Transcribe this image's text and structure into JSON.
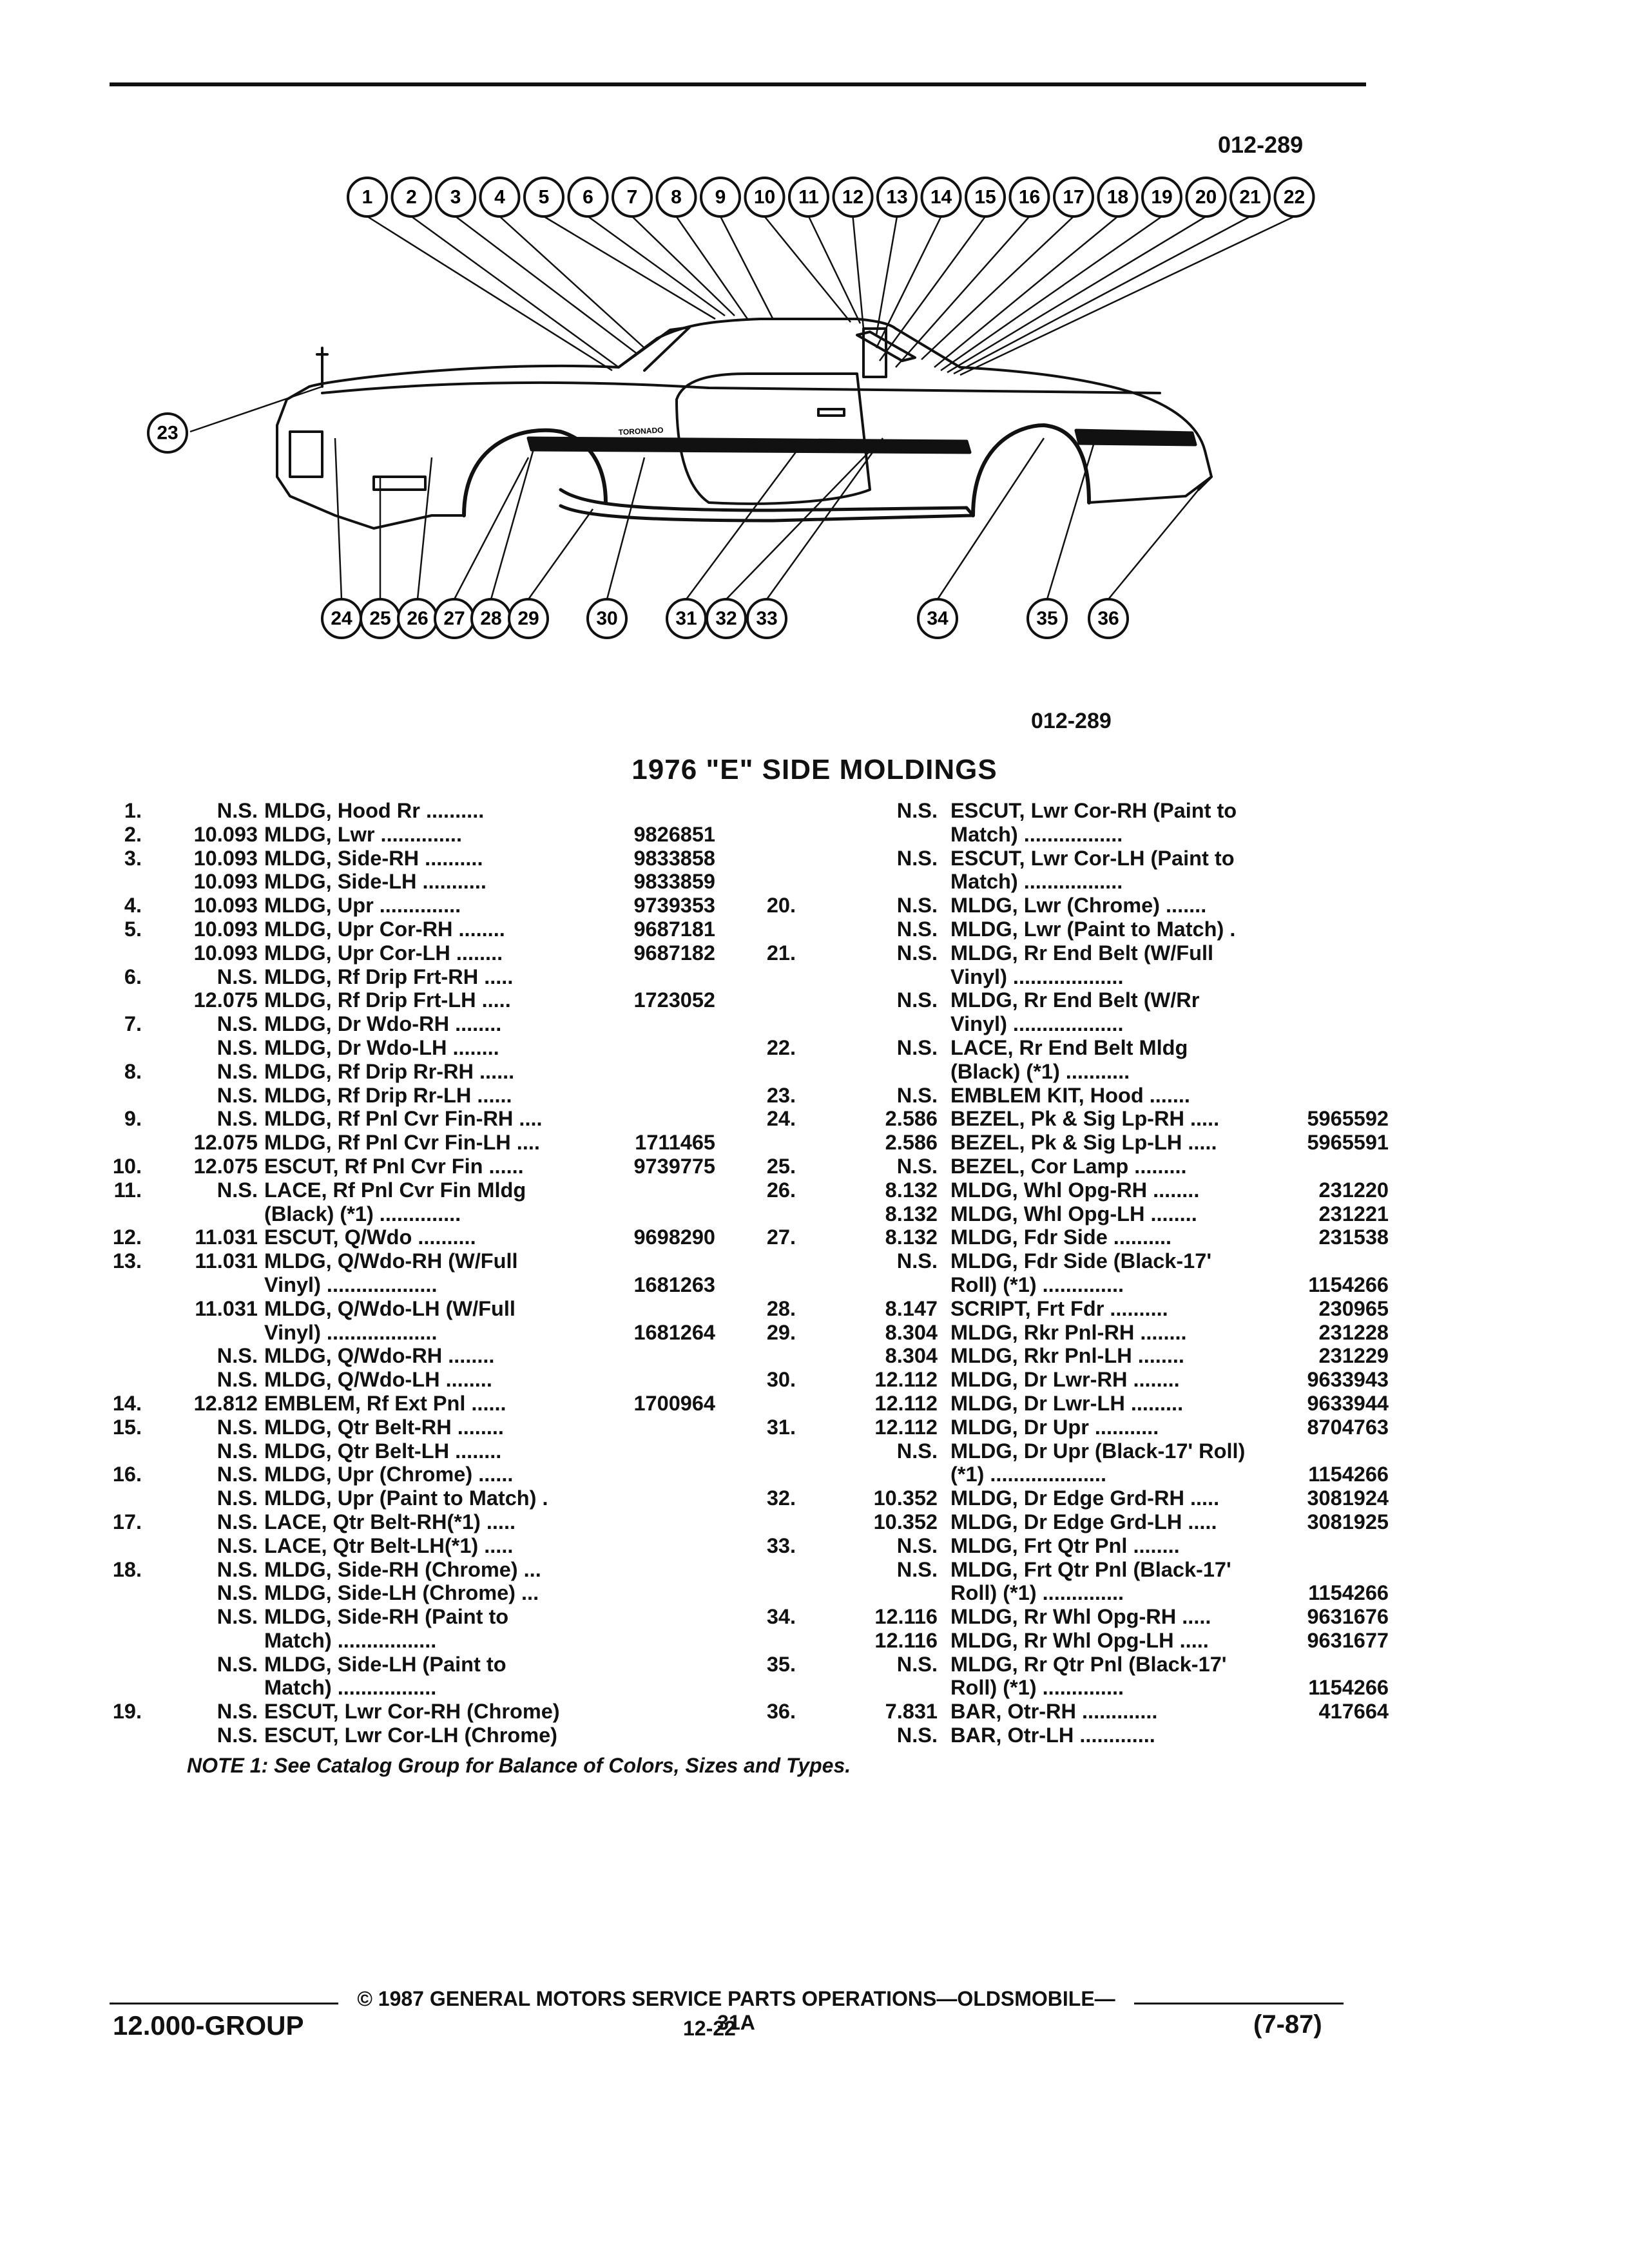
{
  "ref_top": "012-289",
  "ref_bottom": "012-289",
  "title": "1976 \"E\" SIDE MOLDINGS",
  "callouts_top": [
    "1",
    "2",
    "3",
    "4",
    "5",
    "6",
    "7",
    "8",
    "9",
    "10",
    "11",
    "12",
    "13",
    "14",
    "15",
    "16",
    "17",
    "18",
    "19",
    "20",
    "21",
    "22"
  ],
  "callouts_bottom": [
    "24",
    "25",
    "26",
    "27",
    "28",
    "29",
    "30",
    "31",
    "32",
    "33",
    "34",
    "35",
    "36"
  ],
  "callout_left": "23",
  "car_script": "TORONADO",
  "left_rows": [
    {
      "num": "1.",
      "grp": "N.S.",
      "kw": "MLDG,",
      "rest": "Hood Rr ..........",
      "pn": ""
    },
    {
      "num": "2.",
      "grp": "10.093",
      "kw": "MLDG,",
      "rest": "Lwr ..............",
      "pn": "9826851"
    },
    {
      "num": "3.",
      "grp": "10.093",
      "kw": "MLDG,",
      "rest": "Side-RH ..........",
      "pn": "9833858"
    },
    {
      "num": "",
      "grp": "10.093",
      "kw": "MLDG,",
      "rest": "Side-LH ...........",
      "pn": "9833859"
    },
    {
      "num": "4.",
      "grp": "10.093",
      "kw": "MLDG,",
      "rest": "Upr ..............",
      "pn": "9739353"
    },
    {
      "num": "5.",
      "grp": "10.093",
      "kw": "MLDG,",
      "rest": "Upr Cor-RH ........",
      "pn": "9687181"
    },
    {
      "num": "",
      "grp": "10.093",
      "kw": "MLDG,",
      "rest": "Upr Cor-LH ........",
      "pn": "9687182"
    },
    {
      "num": "6.",
      "grp": "N.S.",
      "kw": "MLDG,",
      "rest": "Rf Drip Frt-RH .....",
      "pn": ""
    },
    {
      "num": "",
      "grp": "12.075",
      "kw": "MLDG,",
      "rest": "Rf Drip Frt-LH .....",
      "pn": "1723052"
    },
    {
      "num": "7.",
      "grp": "N.S.",
      "kw": "MLDG,",
      "rest": "Dr Wdo-RH ........",
      "pn": ""
    },
    {
      "num": "",
      "grp": "N.S.",
      "kw": "MLDG,",
      "rest": "Dr Wdo-LH ........",
      "pn": ""
    },
    {
      "num": "8.",
      "grp": "N.S.",
      "kw": "MLDG,",
      "rest": "Rf Drip Rr-RH ......",
      "pn": ""
    },
    {
      "num": "",
      "grp": "N.S.",
      "kw": "MLDG,",
      "rest": "Rf Drip Rr-LH ......",
      "pn": ""
    },
    {
      "num": "9.",
      "grp": "N.S.",
      "kw": "MLDG,",
      "rest": "Rf Pnl Cvr Fin-RH ....",
      "pn": ""
    },
    {
      "num": "",
      "grp": "12.075",
      "kw": "MLDG,",
      "rest": "Rf Pnl Cvr Fin-LH ....",
      "pn": "1711465"
    },
    {
      "num": "10.",
      "grp": "12.075",
      "kw": "ESCUT,",
      "rest": "Rf Pnl Cvr Fin ......",
      "pn": "9739775"
    },
    {
      "num": "11.",
      "grp": "N.S.",
      "kw": "LACE,",
      "rest": "Rf Pnl Cvr Fin Mldg",
      "pn": ""
    },
    {
      "num": "",
      "grp": "",
      "kw": "",
      "rest": "(Black) (*1) ..............",
      "pn": ""
    },
    {
      "num": "12.",
      "grp": "11.031",
      "kw": "ESCUT,",
      "rest": "Q/Wdo ..........",
      "pn": "9698290"
    },
    {
      "num": "13.",
      "grp": "11.031",
      "kw": "MLDG,",
      "rest": "Q/Wdo-RH (W/Full",
      "pn": ""
    },
    {
      "num": "",
      "grp": "",
      "kw": "",
      "rest": "Vinyl) ...................",
      "pn": "1681263"
    },
    {
      "num": "",
      "grp": "11.031",
      "kw": "MLDG,",
      "rest": "Q/Wdo-LH (W/Full",
      "pn": ""
    },
    {
      "num": "",
      "grp": "",
      "kw": "",
      "rest": "Vinyl) ...................",
      "pn": "1681264"
    },
    {
      "num": "",
      "grp": "N.S.",
      "kw": "MLDG,",
      "rest": "Q/Wdo-RH ........",
      "pn": ""
    },
    {
      "num": "",
      "grp": "N.S.",
      "kw": "MLDG,",
      "rest": "Q/Wdo-LH ........",
      "pn": ""
    },
    {
      "num": "14.",
      "grp": "12.812",
      "kw": "EMBLEM,",
      "rest": "Rf Ext Pnl ......",
      "pn": "1700964"
    },
    {
      "num": "15.",
      "grp": "N.S.",
      "kw": "MLDG,",
      "rest": "Qtr Belt-RH ........",
      "pn": ""
    },
    {
      "num": "",
      "grp": "N.S.",
      "kw": "MLDG,",
      "rest": "Qtr Belt-LH ........",
      "pn": ""
    },
    {
      "num": "16.",
      "grp": "N.S.",
      "kw": "MLDG,",
      "rest": "Upr (Chrome) ......",
      "pn": ""
    },
    {
      "num": "",
      "grp": "N.S.",
      "kw": "MLDG,",
      "rest": "Upr (Paint to Match) .",
      "pn": ""
    },
    {
      "num": "17.",
      "grp": "N.S.",
      "kw": "LACE,",
      "rest": "Qtr Belt-RH(*1) .....",
      "pn": ""
    },
    {
      "num": "",
      "grp": "N.S.",
      "kw": "LACE,",
      "rest": "Qtr Belt-LH(*1) .....",
      "pn": ""
    },
    {
      "num": "18.",
      "grp": "N.S.",
      "kw": "MLDG,",
      "rest": "Side-RH (Chrome) ...",
      "pn": ""
    },
    {
      "num": "",
      "grp": "N.S.",
      "kw": "MLDG,",
      "rest": "Side-LH (Chrome) ...",
      "pn": ""
    },
    {
      "num": "",
      "grp": "N.S.",
      "kw": "MLDG,",
      "rest": "Side-RH (Paint to",
      "pn": ""
    },
    {
      "num": "",
      "grp": "",
      "kw": "",
      "rest": "Match) .................",
      "pn": ""
    },
    {
      "num": "",
      "grp": "N.S.",
      "kw": "MLDG,",
      "rest": "Side-LH (Paint to",
      "pn": ""
    },
    {
      "num": "",
      "grp": "",
      "kw": "",
      "rest": "Match) .................",
      "pn": ""
    },
    {
      "num": "19.",
      "grp": "N.S.",
      "kw": "ESCUT,",
      "rest": "Lwr Cor-RH (Chrome)",
      "pn": ""
    },
    {
      "num": "",
      "grp": "N.S.",
      "kw": "ESCUT,",
      "rest": "Lwr Cor-LH (Chrome)",
      "pn": ""
    }
  ],
  "right_rows": [
    {
      "num": "",
      "grp": "N.S.",
      "kw": "ESCUT,",
      "rest": "Lwr Cor-RH (Paint to",
      "pn": ""
    },
    {
      "num": "",
      "grp": "",
      "kw": "",
      "rest": "Match) .................",
      "pn": ""
    },
    {
      "num": "",
      "grp": "N.S.",
      "kw": "ESCUT,",
      "rest": "Lwr Cor-LH (Paint to",
      "pn": ""
    },
    {
      "num": "",
      "grp": "",
      "kw": "",
      "rest": "Match) .................",
      "pn": ""
    },
    {
      "num": "20.",
      "grp": "N.S.",
      "kw": "MLDG,",
      "rest": "Lwr (Chrome) .......",
      "pn": ""
    },
    {
      "num": "",
      "grp": "N.S.",
      "kw": "MLDG,",
      "rest": "Lwr (Paint to Match) .",
      "pn": ""
    },
    {
      "num": "21.",
      "grp": "N.S.",
      "kw": "MLDG,",
      "rest": "Rr End Belt (W/Full",
      "pn": ""
    },
    {
      "num": "",
      "grp": "",
      "kw": "",
      "rest": "Vinyl) ...................",
      "pn": ""
    },
    {
      "num": "",
      "grp": "N.S.",
      "kw": "MLDG,",
      "rest": "Rr End Belt (W/Rr",
      "pn": ""
    },
    {
      "num": "",
      "grp": "",
      "kw": "",
      "rest": "Vinyl) ...................",
      "pn": ""
    },
    {
      "num": "22.",
      "grp": "N.S.",
      "kw": "LACE,",
      "rest": "Rr End Belt Mldg",
      "pn": ""
    },
    {
      "num": "",
      "grp": "",
      "kw": "",
      "rest": "(Black) (*1) ...........",
      "pn": ""
    },
    {
      "num": "23.",
      "grp": "N.S.",
      "kw": "EMBLEM KIT,",
      "rest": "Hood .......",
      "pn": ""
    },
    {
      "num": "24.",
      "grp": "2.586",
      "kw": "BEZEL,",
      "rest": "Pk & Sig Lp-RH .....",
      "pn": "5965592"
    },
    {
      "num": "",
      "grp": "2.586",
      "kw": "BEZEL,",
      "rest": "Pk & Sig Lp-LH .....",
      "pn": "5965591"
    },
    {
      "num": "25.",
      "grp": "N.S.",
      "kw": "BEZEL,",
      "rest": "Cor Lamp .........",
      "pn": ""
    },
    {
      "num": "26.",
      "grp": "8.132",
      "kw": "MLDG,",
      "rest": "Whl Opg-RH ........",
      "pn": "231220"
    },
    {
      "num": "",
      "grp": "8.132",
      "kw": "MLDG,",
      "rest": "Whl Opg-LH ........",
      "pn": "231221"
    },
    {
      "num": "27.",
      "grp": "8.132",
      "kw": "MLDG,",
      "rest": "Fdr Side ..........",
      "pn": "231538"
    },
    {
      "num": "",
      "grp": "N.S.",
      "kw": "MLDG,",
      "rest": "Fdr Side (Black-17'",
      "pn": ""
    },
    {
      "num": "",
      "grp": "",
      "kw": "",
      "rest": "Roll) (*1) ..............",
      "pn": "1154266"
    },
    {
      "num": "28.",
      "grp": "8.147",
      "kw": "SCRIPT,",
      "rest": "Frt Fdr ..........",
      "pn": "230965"
    },
    {
      "num": "29.",
      "grp": "8.304",
      "kw": "MLDG,",
      "rest": "Rkr Pnl-RH ........",
      "pn": "231228"
    },
    {
      "num": "",
      "grp": "8.304",
      "kw": "MLDG,",
      "rest": "Rkr Pnl-LH ........",
      "pn": "231229"
    },
    {
      "num": "30.",
      "grp": "12.112",
      "kw": "MLDG,",
      "rest": "Dr Lwr-RH ........",
      "pn": "9633943"
    },
    {
      "num": "",
      "grp": "12.112",
      "kw": "MLDG,",
      "rest": "Dr Lwr-LH .........",
      "pn": "9633944"
    },
    {
      "num": "31.",
      "grp": "12.112",
      "kw": "MLDG,",
      "rest": "Dr Upr ...........",
      "pn": "8704763"
    },
    {
      "num": "",
      "grp": "N.S.",
      "kw": "MLDG,",
      "rest": "Dr Upr (Black-17' Roll)",
      "pn": ""
    },
    {
      "num": "",
      "grp": "",
      "kw": "",
      "rest": "(*1) ....................",
      "pn": "1154266"
    },
    {
      "num": "32.",
      "grp": "10.352",
      "kw": "MLDG,",
      "rest": "Dr Edge Grd-RH .....",
      "pn": "3081924"
    },
    {
      "num": "",
      "grp": "10.352",
      "kw": "MLDG,",
      "rest": "Dr Edge Grd-LH .....",
      "pn": "3081925"
    },
    {
      "num": "33.",
      "grp": "N.S.",
      "kw": "MLDG,",
      "rest": "Frt Qtr Pnl ........",
      "pn": ""
    },
    {
      "num": "",
      "grp": "N.S.",
      "kw": "MLDG,",
      "rest": "Frt Qtr Pnl (Black-17'",
      "pn": ""
    },
    {
      "num": "",
      "grp": "",
      "kw": "",
      "rest": "Roll) (*1) ..............",
      "pn": "1154266"
    },
    {
      "num": "34.",
      "grp": "12.116",
      "kw": "MLDG,",
      "rest": "Rr Whl Opg-RH .....",
      "pn": "9631676"
    },
    {
      "num": "",
      "grp": "12.116",
      "kw": "MLDG,",
      "rest": "Rr Whl Opg-LH .....",
      "pn": "9631677"
    },
    {
      "num": "35.",
      "grp": "N.S.",
      "kw": "MLDG,",
      "rest": "Rr Qtr Pnl (Black-17'",
      "pn": ""
    },
    {
      "num": "",
      "grp": "",
      "kw": "",
      "rest": "Roll) (*1) ..............",
      "pn": "1154266"
    },
    {
      "num": "36.",
      "grp": "7.831",
      "kw": "BAR,",
      "rest": "Otr-RH .............",
      "pn": "417664"
    },
    {
      "num": "",
      "grp": "N.S.",
      "kw": "BAR,",
      "rest": "Otr-LH .............",
      "pn": ""
    }
  ],
  "note": "NOTE 1: See Catalog Group for Balance of Colors, Sizes and Types.",
  "footer": {
    "copyright": "© 1987 GENERAL MOTORS SERVICE PARTS OPERATIONS—OLDSMOBILE—31A",
    "group": "12.000-GROUP",
    "page": "12-22",
    "date": "(7-87)"
  }
}
